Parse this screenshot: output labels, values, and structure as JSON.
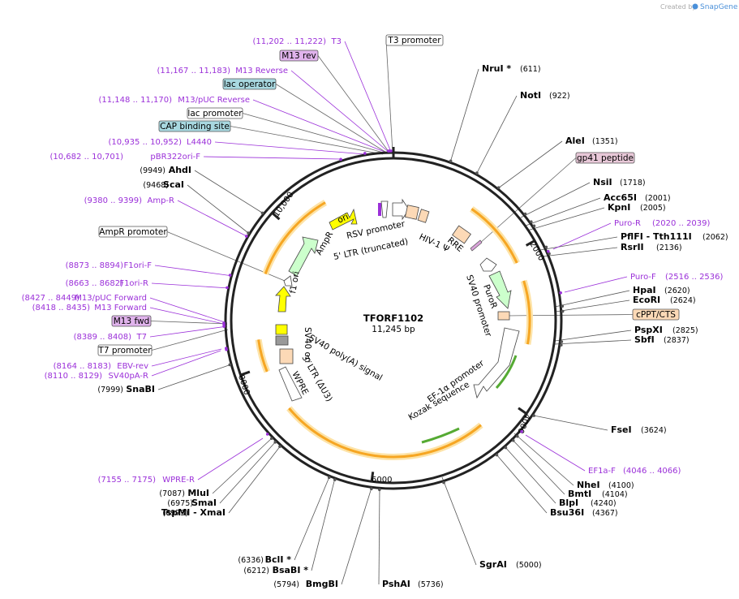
{
  "credit": {
    "prefix": "Created by",
    "brand": "SnapGene"
  },
  "plasmid": {
    "name": "TFORF1102",
    "length": "11,245 bp"
  },
  "ticks": [
    "2000",
    "4000",
    "6000",
    "8000",
    "10,000"
  ],
  "cut_sites": [
    {
      "name": "NruI *",
      "pos": "(611)"
    },
    {
      "name": "NotI",
      "pos": "(922)"
    },
    {
      "name": "AleI",
      "pos": "(1351)"
    },
    {
      "name": "NsiI",
      "pos": "(1718)"
    },
    {
      "name": "Acc65I",
      "pos": "(2001)"
    },
    {
      "name": "KpnI",
      "pos": "(2005)"
    },
    {
      "name": "PflFI  -  Tth111I",
      "pos": "(2062)"
    },
    {
      "name": "RsrII",
      "pos": "(2136)"
    },
    {
      "name": "HpaI",
      "pos": "(2620)"
    },
    {
      "name": "EcoRI",
      "pos": "(2624)"
    },
    {
      "name": "PspXI",
      "pos": "(2825)"
    },
    {
      "name": "SbfI",
      "pos": "(2837)"
    },
    {
      "name": "FseI",
      "pos": "(3624)"
    },
    {
      "name": "NheI",
      "pos": "(4100)"
    },
    {
      "name": "BmtI",
      "pos": "(4104)"
    },
    {
      "name": "BlpI",
      "pos": "(4240)"
    },
    {
      "name": "Bsu36I",
      "pos": "(4367)"
    },
    {
      "name": "SgrAI",
      "pos": "(5000)"
    },
    {
      "name": "PshAI",
      "pos": "(5736)"
    },
    {
      "name": "BmgBI",
      "pos": "(5794)"
    },
    {
      "name": "BsaBI *",
      "pos": "(6212)"
    },
    {
      "name": "BclI *",
      "pos": "(6336)"
    },
    {
      "name": "TspMI  -  XmaI",
      "pos": "(6973)"
    },
    {
      "name": "SmaI",
      "pos": "(6975)"
    },
    {
      "name": "MluI",
      "pos": "(7087)"
    },
    {
      "name": "SnaBI",
      "pos": "(7999)"
    },
    {
      "name": "ScaI",
      "pos": "(9468)"
    },
    {
      "name": "AhdI",
      "pos": "(9949)"
    }
  ],
  "primers": [
    {
      "name": "T3",
      "range": "(11,202 .. 11,222)"
    },
    {
      "name": "M13 Reverse",
      "range": "(11,167 .. 11,183)"
    },
    {
      "name": "M13/pUC Reverse",
      "range": "(11,148 .. 11,170)"
    },
    {
      "name": "L4440",
      "range": "(10,935 .. 10,952)"
    },
    {
      "name": "pBR322ori-F",
      "range": "(10,682 .. 10,701)"
    },
    {
      "name": "Amp-R",
      "range": "(9380 .. 9399)"
    },
    {
      "name": "F1ori-F",
      "range": "(8873 .. 8894)"
    },
    {
      "name": "F1ori-R",
      "range": "(8663 .. 8682)"
    },
    {
      "name": "M13/pUC Forward",
      "range": "(8427 .. 8449)"
    },
    {
      "name": "M13 Forward",
      "range": "(8418 .. 8435)"
    },
    {
      "name": "T7",
      "range": "(8389 .. 8408)"
    },
    {
      "name": "EBV-rev",
      "range": "(8164 .. 8183)"
    },
    {
      "name": "SV40pA-R",
      "range": "(8110 .. 8129)"
    },
    {
      "name": "WPRE-R",
      "range": "(7155 .. 7175)"
    },
    {
      "name": "Puro-R",
      "range": "(2020 .. 2039)"
    },
    {
      "name": "Puro-F",
      "range": "(2516 .. 2536)"
    },
    {
      "name": "EF1a-F",
      "range": "(4046 .. 4066)"
    }
  ],
  "boxed_labels": [
    {
      "text": "T3 promoter"
    },
    {
      "text": "M13 rev"
    },
    {
      "text": "lac operator"
    },
    {
      "text": "lac promoter"
    },
    {
      "text": "CAP binding site"
    },
    {
      "text": "gp41 peptide"
    },
    {
      "text": "cPPT/CTS"
    },
    {
      "text": "AmpR promoter"
    },
    {
      "text": "M13 fwd"
    },
    {
      "text": "T7 promoter"
    }
  ],
  "inner_labels": {
    "ori": "ori",
    "ampr": "AmpR",
    "f1ori": "f1 ori",
    "sv40ori": "SV40 ori",
    "sv40polya": "SV40 poly(A) signal",
    "ltr3": "3' LTR (ΔU3)",
    "wpre": "WPRE",
    "rsv": "RSV promoter",
    "ltr5": "5' LTR (truncated)",
    "hiv": "HIV-1 Ψ",
    "rre": "RRE",
    "puror": "PuroR",
    "sv40prom": "SV40 promoter",
    "ef1a": "EF-1α promoter",
    "kozak": "Kozak sequence"
  },
  "colors": {
    "primer": "#9b30d9",
    "orf": "#f6a623",
    "orf_glow": "#fde3a7",
    "ori": "#ffff00",
    "ampr": "#ccffcc",
    "promoter": "#ffffff",
    "ltr": "#fcd9b6",
    "misc": "#999999",
    "green": "#55aa33"
  }
}
